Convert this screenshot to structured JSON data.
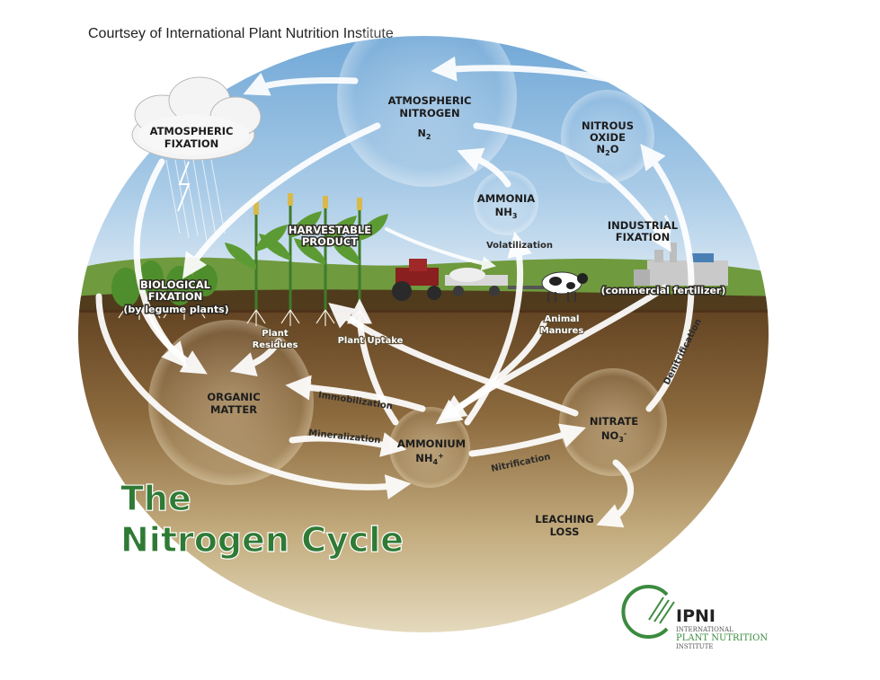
{
  "credit": "Courtsey of International Plant Nutrition Institute",
  "title": {
    "line1": "The",
    "line2": "Nitrogen Cycle"
  },
  "nodes": {
    "atmospheric_nitrogen": {
      "line1": "ATMOSPHERIC",
      "line2": "NITROGEN",
      "formula": "N",
      "sub": "2"
    },
    "atmospheric_fixation": {
      "line1": "ATMOSPHERIC",
      "line2": "FIXATION"
    },
    "nitrous_oxide": {
      "line1": "NITROUS",
      "line2": "OXIDE",
      "formula": "N",
      "sub": "2",
      "formula_end": "O"
    },
    "ammonia": {
      "line1": "AMMONIA",
      "formula": "NH",
      "sub": "3"
    },
    "harvestable_product": {
      "line1": "HARVESTABLE",
      "line2": "PRODUCT"
    },
    "industrial_fixation": {
      "line1": "INDUSTRIAL",
      "line2": "FIXATION",
      "note": "(commercial fertilizer)"
    },
    "biological_fixation": {
      "line1": "BIOLOGICAL",
      "line2": "FIXATION",
      "note": "(by legume plants)"
    },
    "plant_residues": {
      "line1": "Plant",
      "line2": "Residues"
    },
    "plant_uptake": {
      "label": "Plant Uptake"
    },
    "animal_manures": {
      "line1": "Animal",
      "line2": "Manures"
    },
    "organic_matter": {
      "line1": "ORGANIC",
      "line2": "MATTER"
    },
    "ammonium": {
      "line1": "AMMONIUM",
      "formula": "NH",
      "sub": "4",
      "sup": "+"
    },
    "nitrate": {
      "line1": "NITRATE",
      "formula": "NO",
      "sub": "3",
      "sup": "-"
    },
    "leaching_loss": {
      "line1": "LEACHING",
      "line2": "LOSS"
    }
  },
  "processes": {
    "volatilization": "Volatilization",
    "immobilization": "Immobilization",
    "mineralization": "Mineralization",
    "nitrification": "Nitrification",
    "denitrification": "Denitrification"
  },
  "logo": {
    "name": "IPNI",
    "line1": "INTERNATIONAL",
    "line2": "PLANT NUTRITION",
    "line3": "INSTITUTE"
  },
  "colors": {
    "sky_top": "#7fb0dc",
    "sky_horizon": "#e8f1f8",
    "hill": "#6f9a3e",
    "soil_top": "#6b4a26",
    "soil_bottom": "#d8c79f",
    "title_green": "#2f7a35",
    "logo_green": "#3c8b3f"
  }
}
